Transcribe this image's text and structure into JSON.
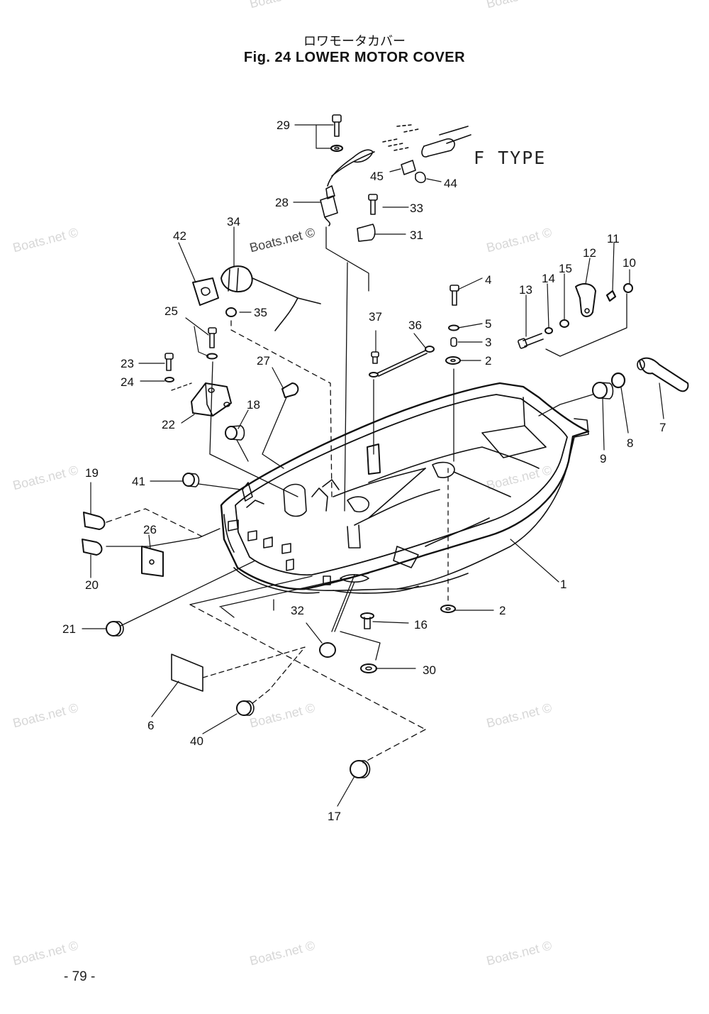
{
  "title_jp": "ロワモータカバー",
  "title_en": "Fig. 24  LOWER MOTOR COVER",
  "variant_label": "F TYPE",
  "page_number": "- 79 -",
  "watermark": "Boats.net ©",
  "callouts": [
    "1",
    "2",
    "2",
    "3",
    "4",
    "5",
    "6",
    "7",
    "8",
    "9",
    "10",
    "11",
    "12",
    "13",
    "14",
    "15",
    "16",
    "17",
    "18",
    "19",
    "20",
    "21",
    "22",
    "23",
    "24",
    "25",
    "26",
    "27",
    "28",
    "29",
    "30",
    "31",
    "32",
    "33",
    "34",
    "35",
    "36",
    "37",
    "40",
    "41",
    "42",
    "44",
    "45"
  ]
}
